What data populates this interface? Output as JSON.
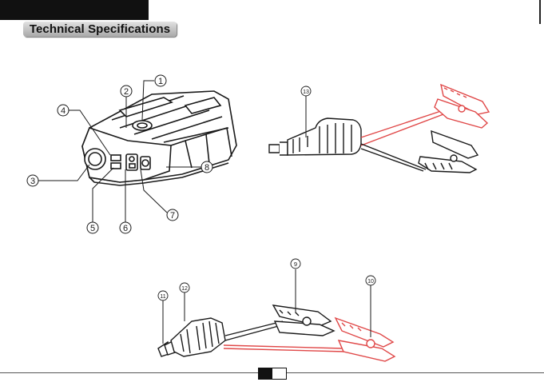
{
  "section_title": "Technical Specifications",
  "callouts": [
    {
      "id": "c1",
      "label": "1"
    },
    {
      "id": "c2",
      "label": "2"
    },
    {
      "id": "c3",
      "label": "3"
    },
    {
      "id": "c4",
      "label": "4"
    },
    {
      "id": "c5",
      "label": "5"
    },
    {
      "id": "c6",
      "label": "6"
    },
    {
      "id": "c7",
      "label": "7"
    },
    {
      "id": "c8",
      "label": "8"
    },
    {
      "id": "c9",
      "label": "9"
    },
    {
      "id": "c10",
      "label": "10"
    },
    {
      "id": "c11",
      "label": "11"
    },
    {
      "id": "c12",
      "label": "12"
    },
    {
      "id": "c13",
      "label": "13"
    }
  ],
  "colors": {
    "ink": "#1a1a1a",
    "red_clamp": "#e04848",
    "pill_bg": "#bdbdbd"
  }
}
